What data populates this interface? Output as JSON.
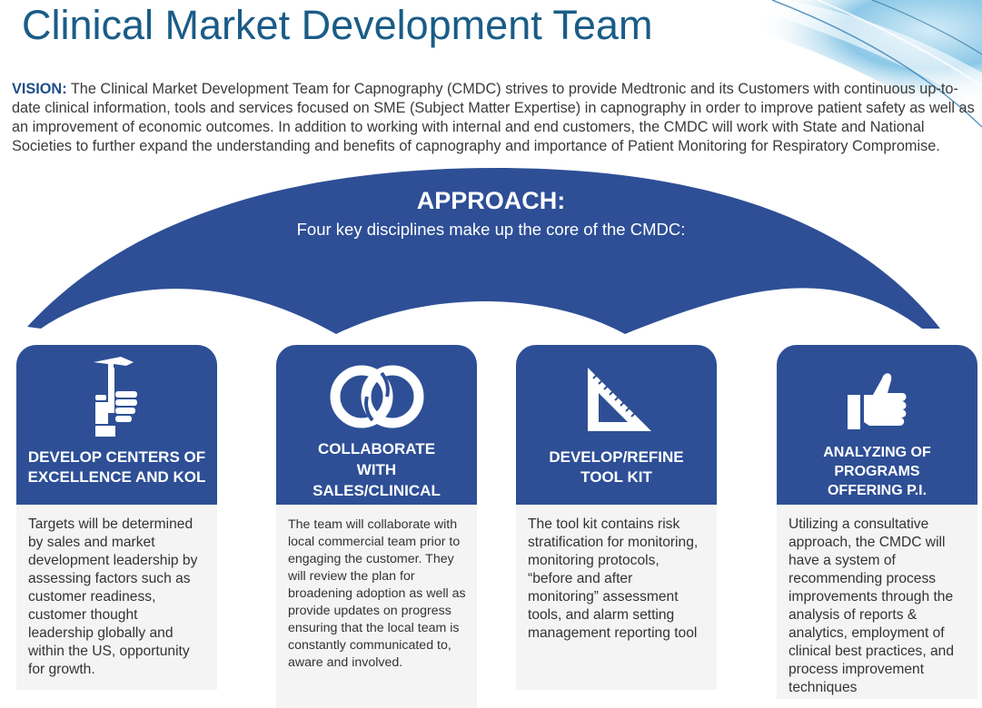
{
  "title": "Clinical Market Development Team",
  "vision": {
    "label": "VISION:",
    "text": " The Clinical Market Development Team for Capnography (CMDC) strives to provide Medtronic and its Customers with continuous up-to-date clinical information, tools and services focused on SME (Subject Matter Expertise) in capnography in order to improve patient safety as well as an improvement of economic outcomes.  In addition to working with internal and end customers, the CMDC will work with State and National Societies to further expand the understanding and benefits of capnography and importance of Patient Monitoring for Respiratory Compromise."
  },
  "approach": {
    "title": "APPROACH:",
    "subtitle": "Four key disciplines make up the core of the CMDC:"
  },
  "disciplines": [
    {
      "icon": "hammer-hand-icon",
      "label": "DEVELOP CENTERS OF EXCELLENCE AND KOL",
      "description": "Targets will be determined by sales and market development leadership by assessing factors such as customer readiness, customer thought leadership globally and within the US, opportunity for growth."
    },
    {
      "icon": "interlocking-rings-icon",
      "label": "COLLABORATE WITH SALES/CLINICAL",
      "description": "The team will collaborate with local commercial team prior to engaging the customer.  They will review the plan for broadening adoption as well as provide updates on progress ensuring that the local team is constantly communicated to, aware and involved."
    },
    {
      "icon": "set-square-ruler-icon",
      "label": "DEVELOP/REFINE TOOL KIT",
      "description": "The tool kit contains risk stratification for monitoring, monitoring protocols, “before and after monitoring” assessment tools, and alarm setting management reporting tool"
    },
    {
      "icon": "thumbs-up-icon",
      "label": "ANALYZING OF PROGRAMS OFFERING P.I.",
      "description": "Utilizing a consultative approach, the CMDC will have a system of recommending process improvements through the analysis of reports & analytics, employment of clinical best practices, and process improvement techniques"
    }
  ],
  "colors": {
    "title": "#1a5c87",
    "card": "#2e4f96",
    "vision_label": "#1f4e8c"
  }
}
